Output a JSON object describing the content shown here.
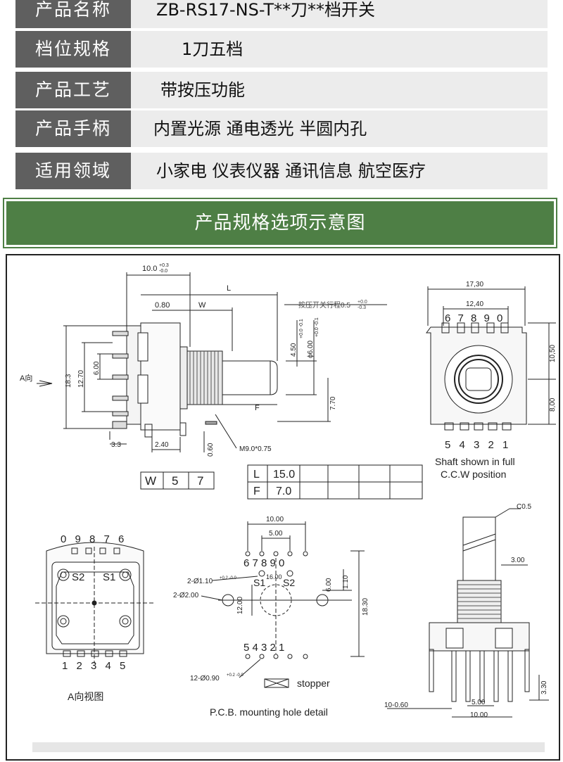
{
  "specs": [
    {
      "label": "产品名称",
      "value": "ZB-RS17-NS-T**刀**档开关"
    },
    {
      "label": "档位规格",
      "value": "1刀五档"
    },
    {
      "label": "产品工艺",
      "value": "带按压功能"
    },
    {
      "label": "产品手柄",
      "value": "内置光源 通电透光  半圆内孔"
    },
    {
      "label": "适用领域",
      "value": "小家电 仪表仪器 通讯信息 航空医疗"
    }
  ],
  "banner": {
    "title": "产品规格选项示意图"
  },
  "drawing": {
    "side": {
      "dim_10": "10.0",
      "dim_10_tol_plus": "+0.3",
      "dim_10_tol_minus": "-0.0",
      "dim_L": "L",
      "dim_080": "0.80",
      "dim_W": "W",
      "press_travel": "按压开关行程0.5",
      "press_tol_plus": "+0.0",
      "press_tol_minus": "-0.3",
      "dim_450": "4.50",
      "dim_450_tol": "+0.0 -0.1",
      "dim_600_shaft": "ϕ6.00",
      "dim_600_tol": "+0.0 -0.1",
      "dim_183": "18.3",
      "dim_1270": "12.70",
      "dim_600": "6.00",
      "a_dir": "A向",
      "dim_F": "F",
      "dim_770": "7.70",
      "dim_33": "3.3",
      "dim_240": "2.40",
      "dim_060": "0.60",
      "thread": "M9.0*0.75"
    },
    "w_table": {
      "c1": "W",
      "c2": "5",
      "c3": "7"
    },
    "lf_table": {
      "L": "L",
      "L_val": "15.0",
      "F": "F",
      "F_val": "7.0"
    },
    "front": {
      "dim_1730": "17,30",
      "dim_1240": "12,40",
      "top_pins": "6 7 8 9 0",
      "dim_1050": "10,50",
      "dim_800": "8,00",
      "bottom_pins": "5 4 3 2 1",
      "note1": "Shaft shown in full",
      "note2": "C.C.W position"
    },
    "bottom_view": {
      "top_pins": "0 9 8 7 6",
      "s2": "S2",
      "s1": "S1",
      "bottom_pins": "1 2 3 4 5",
      "caption": "A向视图"
    },
    "pcb": {
      "dim_1000": "10.00",
      "dim_500": "5.00",
      "top_pins": "6  7  8  9  0",
      "hole1": "2-Ø1.10",
      "hole1_tol": "+0.2 -0.0",
      "hole2": "2-Ø2.00",
      "s1": "S1",
      "s2": "S2",
      "dim_1600": "16.00",
      "dim_600": "6.00",
      "dim_110": "1.10",
      "dim_1200": "12.00",
      "dim_1830": "18.30",
      "bottom_pins": "5  4  3  2  1",
      "hole3": "12-Ø0.90",
      "hole3_tol": "+0.2 -0.0",
      "stopper": "stopper",
      "caption": "P.C.B.  mounting hole detail"
    },
    "profile": {
      "c05": "C0.5",
      "dim_300": "3.00",
      "dim_330": "3.30",
      "dim_1060": "10-0.60",
      "dim_500": "5.00",
      "dim_1000": "10.00"
    }
  }
}
